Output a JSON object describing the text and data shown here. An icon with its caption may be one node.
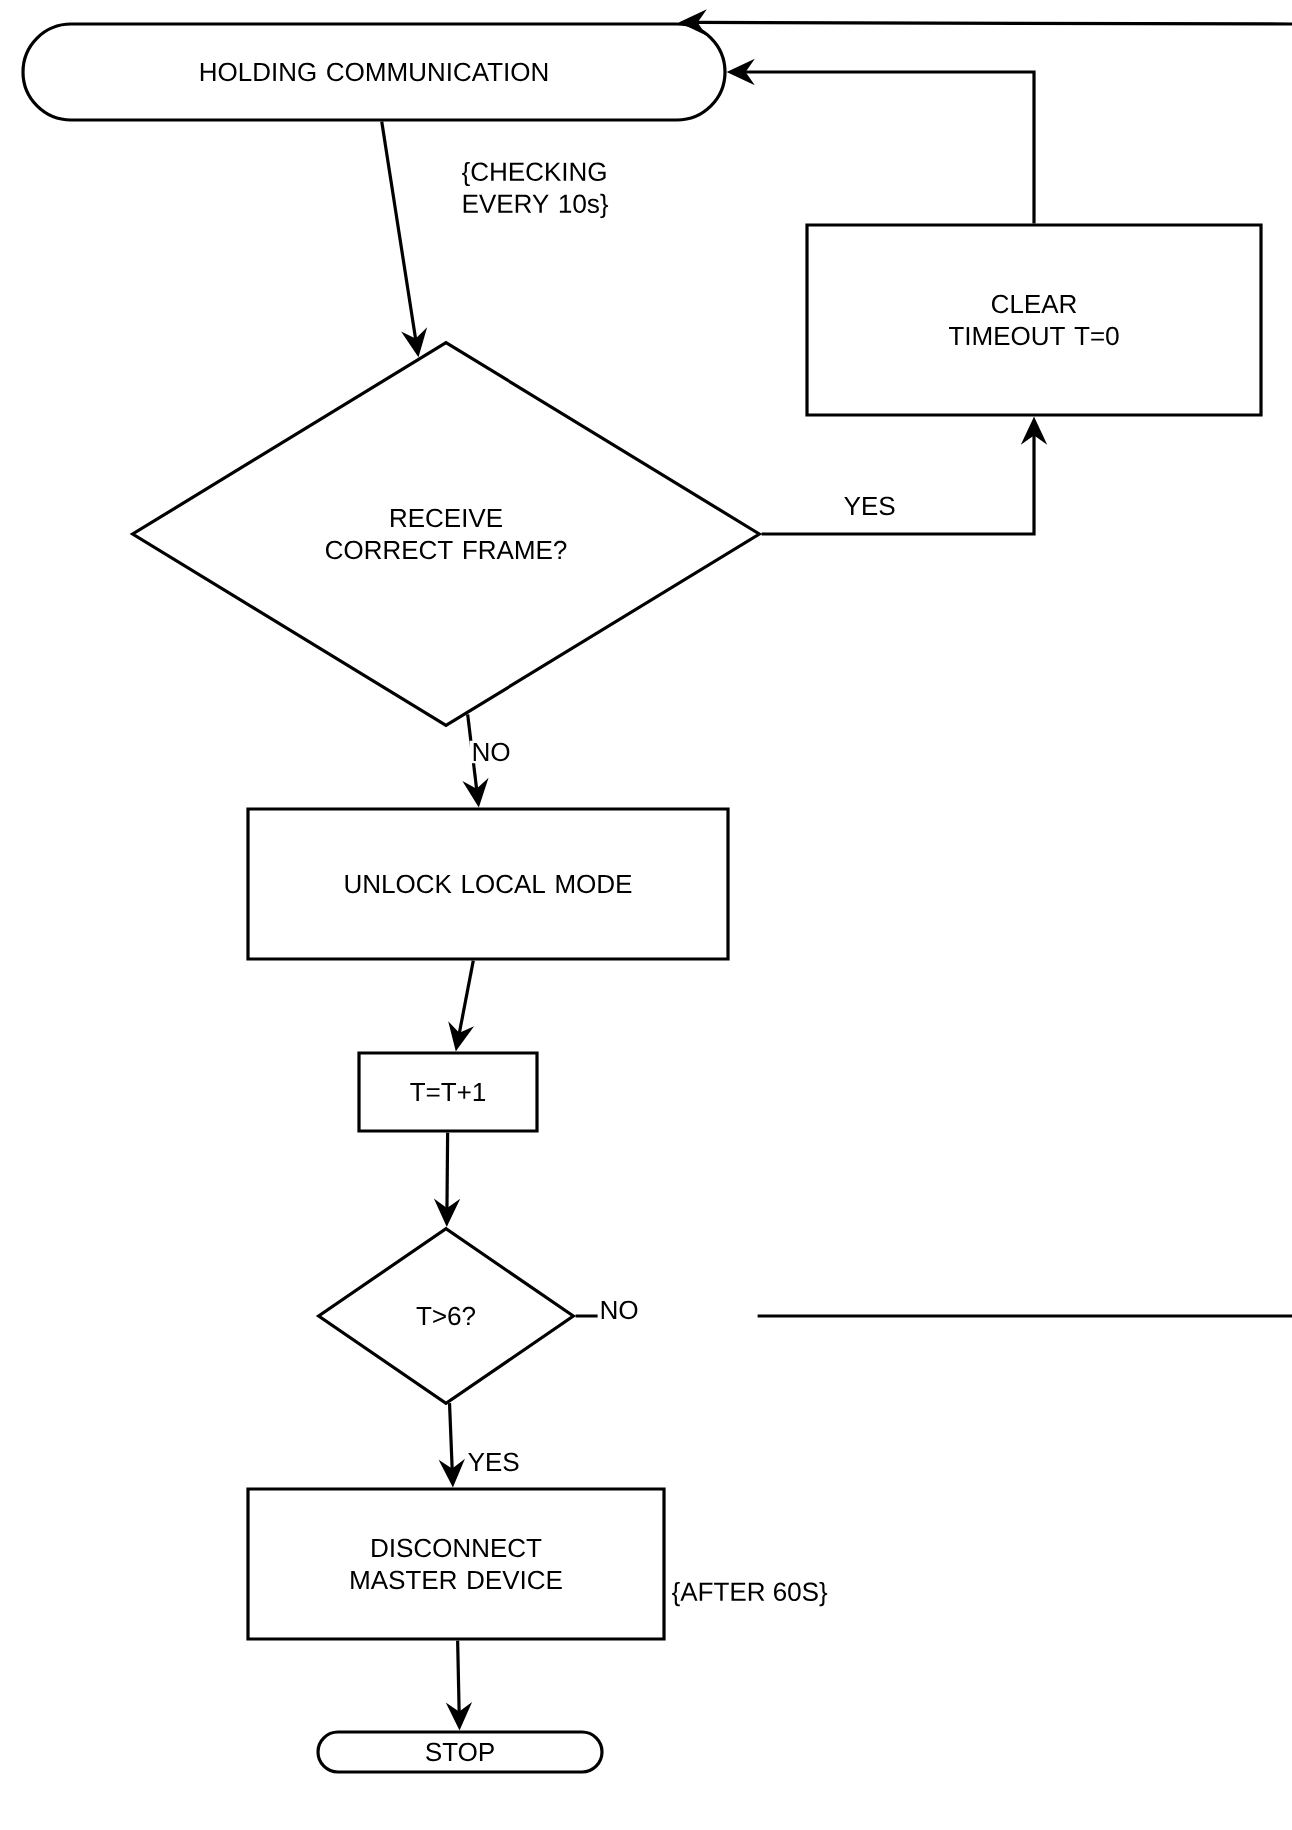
{
  "diagram": {
    "nodes": [
      {
        "text": [
          "HOLDING COMMUNICATION"
        ]
      },
      {
        "text": [
          "RECEIVE CORRECT FRAME?"
        ]
      },
      {
        "text": [
          "CLEAR TIMEOUT T=0"
        ]
      },
      {
        "text": [
          "UNLOCK LOCAL MODE"
        ]
      },
      {
        "text": [
          "T=T+1"
        ]
      },
      {
        "text": [
          "T>6?"
        ]
      },
      {
        "text": [
          "DISCONNECT MASTER DEVICE"
        ],
        "beside": [
          "{AFTER 60S}"
        ]
      },
      {
        "text": [
          "STOP"
        ]
      }
    ],
    "edges": [
      {
        "from": 0,
        "to": 1,
        "arrow": "to",
        "label": "{CHECKING EVERY 10s}"
      },
      {
        "from": 1,
        "to": 2,
        "arrow": "to",
        "label": "YES"
      },
      {
        "from": 2,
        "to": 0,
        "arrow": "to"
      },
      {
        "from": 1,
        "to": 3,
        "arrow": "to",
        "label": "NO"
      },
      {
        "from": 3,
        "to": 4,
        "arrow": "to"
      },
      {
        "from": 4,
        "to": 5,
        "arrow": "to"
      },
      {
        "from": 5,
        "to": null,
        "arrow": "none",
        "label": "NO"
      },
      {
        "from": null,
        "to": 0,
        "arrow": "to"
      },
      {
        "from": 5,
        "to": 6,
        "arrow": "to",
        "label": "YES"
      },
      {
        "from": 6,
        "to": 7,
        "arrow": "to"
      }
    ]
  }
}
